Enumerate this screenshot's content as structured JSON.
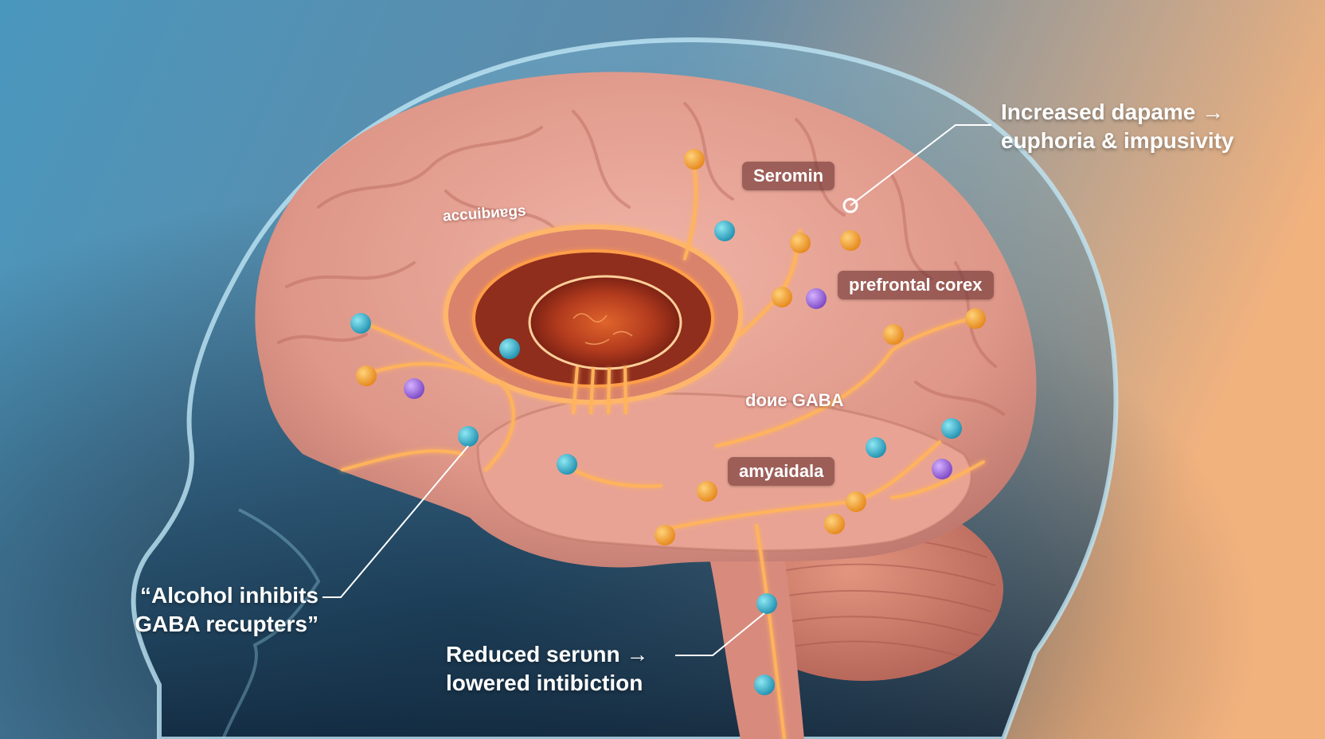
{
  "colors": {
    "bg_left": "#4a97bd",
    "bg_right": "#f2b27e",
    "head_shadow": "#15344e",
    "brain": "#e19a8c",
    "neural_path": "#ffb35c",
    "dopamine_dot": "#f39a25",
    "gaba_dot": "#2fb3c8",
    "serotonin_dot": "#9a62d8"
  },
  "region_labels": {
    "accumbens": "accuibᴎɐgs",
    "serotonin": "Seromin",
    "prefrontal": "prefrontal corex",
    "gaba": "doᴎe GABA",
    "amygdala": "amyaidala"
  },
  "callouts": {
    "dopamine": {
      "line1": "Increased dapame →",
      "line2": "euphoria & impusivity"
    },
    "gaba": {
      "line1": "“Alcohol inhibits",
      "line2": "GABA recupters”"
    },
    "serotonin": {
      "line1": "Reduced serᴜnn →",
      "line2": "lowered intibiction"
    }
  },
  "icons": {
    "neurotransmitter": "molecule-dot-icon"
  }
}
